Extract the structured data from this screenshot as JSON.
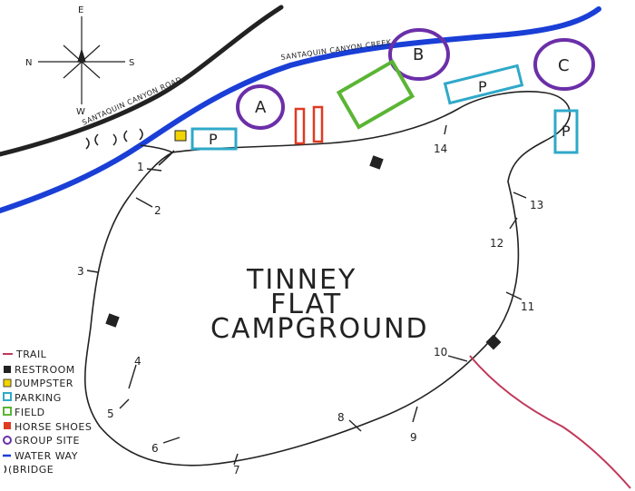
{
  "map": {
    "title_lines": [
      "TINNEY",
      "FLAT",
      "CAMPGROUND"
    ],
    "labels": {
      "road": "SANTAQUIN CANYON ROAD",
      "creek": "SANTAQUIN CANYON CREEK"
    },
    "compass": {
      "north": "N",
      "south": "S",
      "east": "E",
      "west": "W"
    },
    "group_sites": [
      "A",
      "B",
      "C"
    ],
    "parking_label": "P",
    "campsites": [
      "1",
      "2",
      "3",
      "4",
      "5",
      "6",
      "7",
      "8",
      "9",
      "10",
      "11",
      "12",
      "13",
      "14"
    ],
    "colors": {
      "trail": "#c0395a",
      "restroom": "#222222",
      "dumpster": "#f2d400",
      "parking": "#2fa9c9",
      "field": "#5bb535",
      "horseshoes": "#e03a22",
      "group_site": "#6b2fa8",
      "waterway": "#1a3fd6",
      "road": "#222222"
    },
    "legend": [
      {
        "key": "trail",
        "label": "TRAIL"
      },
      {
        "key": "restroom",
        "label": "RESTROOM"
      },
      {
        "key": "dumpster",
        "label": "DUMPSTER"
      },
      {
        "key": "parking",
        "label": "PARKING"
      },
      {
        "key": "field",
        "label": "FIELD"
      },
      {
        "key": "horseshoes",
        "label": "HORSE SHOES"
      },
      {
        "key": "group_site",
        "label": "GROUP SITE"
      },
      {
        "key": "waterway",
        "label": "WATER WAY"
      },
      {
        "key": "bridge",
        "label": "(BRIDGE"
      }
    ]
  }
}
